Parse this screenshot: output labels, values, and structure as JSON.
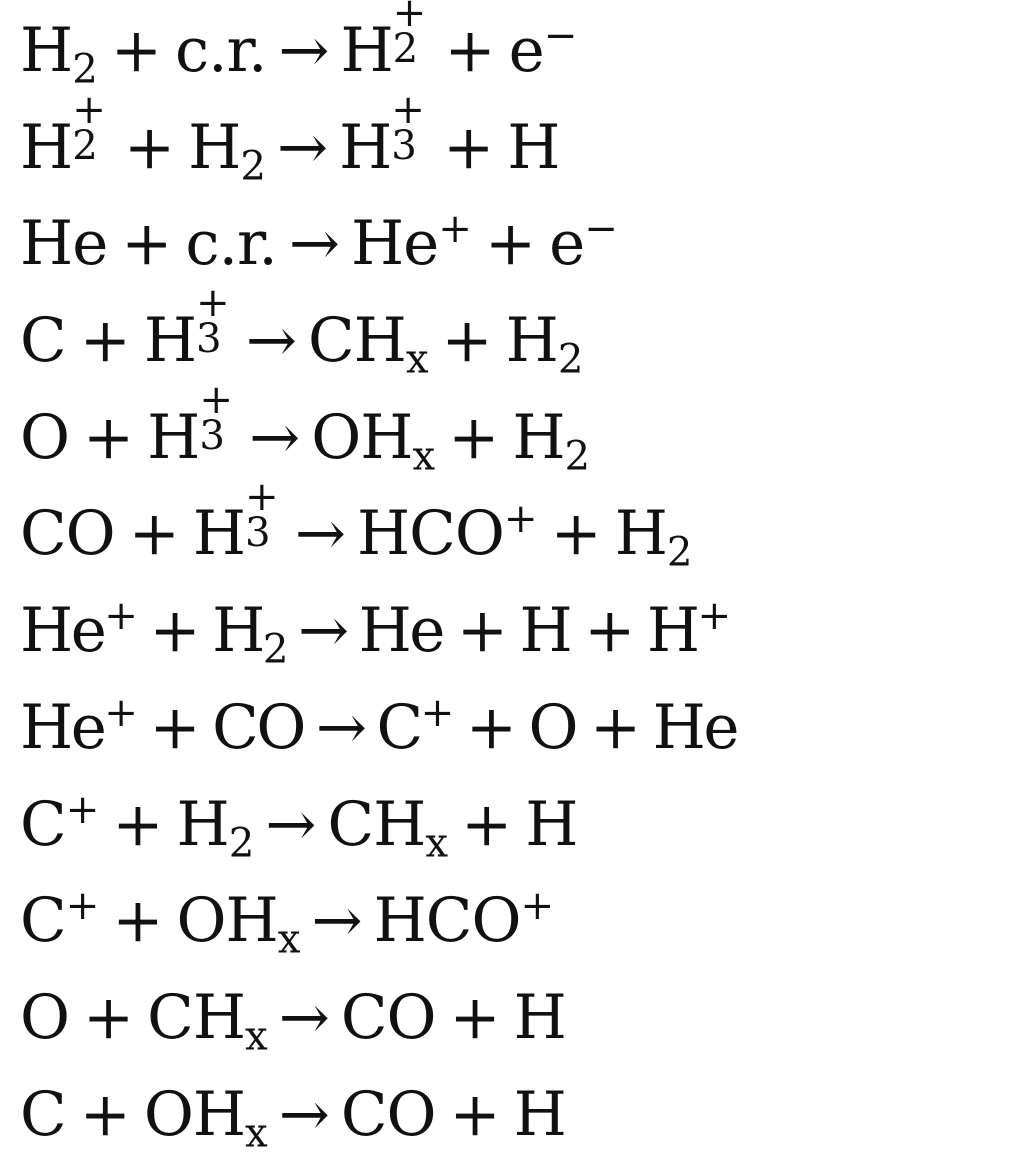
{
  "symbols": {
    "plus": "+",
    "arrow": "→",
    "sup_plus": "+",
    "sup_minus": "−"
  },
  "reactions": [
    {
      "r1": "H",
      "r1_sub": "2",
      "r2": "c.r.",
      "p1": "H",
      "p1_sub": "2",
      "p2": "e"
    },
    {
      "r1": "H",
      "r1_sub": "2",
      "r2": "H",
      "r2_sub": "2",
      "p1": "H",
      "p1_sub": "3",
      "p2": "H"
    },
    {
      "r1": "He",
      "r2": "c.r.",
      "p1": "He",
      "p2": "e"
    },
    {
      "r1": "C",
      "r2": "H",
      "r2_sub": "3",
      "p1": "CH",
      "p1_sub": "x",
      "p2": "H",
      "p2_sub": "2"
    },
    {
      "r1": "O",
      "r2": "H",
      "r2_sub": "3",
      "p1": "OH",
      "p1_sub": "x",
      "p2": "H",
      "p2_sub": "2"
    },
    {
      "r1": "CO",
      "r2": "H",
      "r2_sub": "3",
      "p1": "HCO",
      "p2": "H",
      "p2_sub": "2"
    },
    {
      "r1": "He",
      "r2": "H",
      "r2_sub": "2",
      "p1": "He",
      "p2": "H",
      "p3": "H"
    },
    {
      "r1": "He",
      "r2": "CO",
      "p1": "C",
      "p2": "O",
      "p3": "He"
    },
    {
      "r1": "C",
      "r2": "H",
      "r2_sub": "2",
      "p1": "CH",
      "p1_sub": "x",
      "p2": "H"
    },
    {
      "r1": "C",
      "r2": "OH",
      "r2_sub": "x",
      "p1": "HCO"
    },
    {
      "r1": "O",
      "r2": "CH",
      "r2_sub": "x",
      "p1": "CO",
      "p2": "H"
    },
    {
      "r1": "C",
      "r2": "OH",
      "r2_sub": "x",
      "p1": "CO",
      "p2": "H"
    }
  ]
}
